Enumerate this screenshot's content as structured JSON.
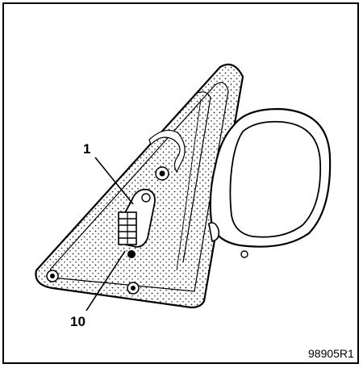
{
  "figure": {
    "callouts": [
      {
        "id": "1",
        "label": "1"
      },
      {
        "id": "10",
        "label": "10"
      }
    ],
    "reference_code": "98905R1"
  }
}
